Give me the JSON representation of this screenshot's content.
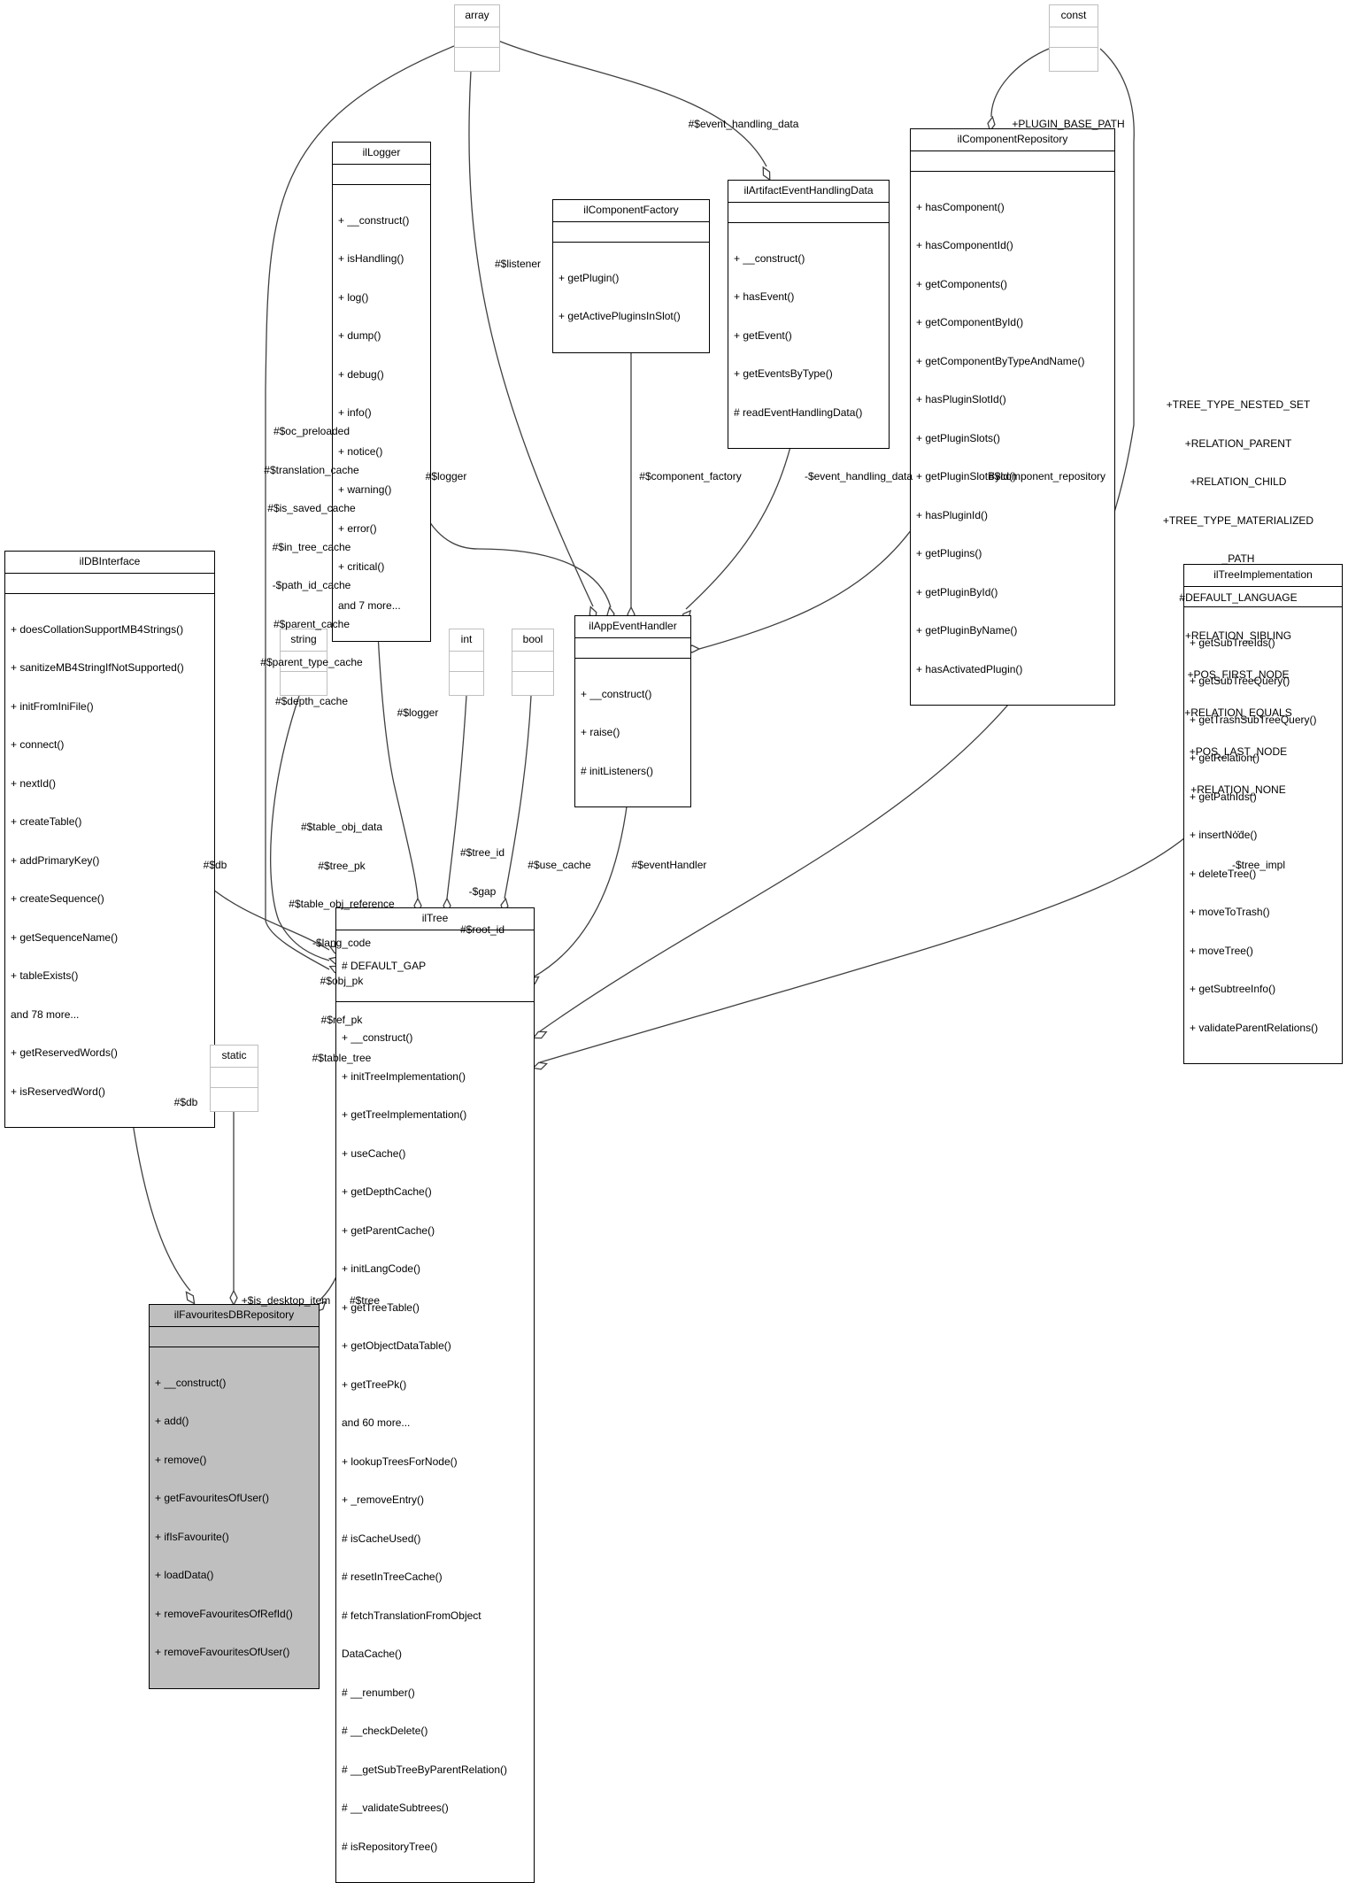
{
  "classes": {
    "array": {
      "name": "array",
      "attributes": [],
      "methods": []
    },
    "const": {
      "name": "const",
      "attributes": [],
      "methods": []
    },
    "ilLogger": {
      "name": "ilLogger",
      "attributes": [],
      "methods": [
        "+ __construct()",
        "+ isHandling()",
        "+ log()",
        "+ dump()",
        "+ debug()",
        "+ info()",
        "+ notice()",
        "+ warning()",
        "+ error()",
        "+ critical()",
        "and 7 more..."
      ]
    },
    "ilComponentFactory": {
      "name": "ilComponentFactory",
      "attributes": [],
      "methods": [
        "+ getPlugin()",
        "+ getActivePluginsInSlot()"
      ]
    },
    "ilArtifactEventHandlingData": {
      "name": "ilArtifactEventHandlingData",
      "attributes": [],
      "methods": [
        "+ __construct()",
        "+ hasEvent()",
        "+ getEvent()",
        "+ getEventsByType()",
        "# readEventHandlingData()"
      ]
    },
    "ilComponentRepository": {
      "name": "ilComponentRepository",
      "attributes": [],
      "methods": [
        "+ hasComponent()",
        "+ hasComponentId()",
        "+ getComponents()",
        "+ getComponentById()",
        "+ getComponentByTypeAndName()",
        "+ hasPluginSlotId()",
        "+ getPluginSlots()",
        "+ getPluginSlotById()",
        "+ hasPluginId()",
        "+ getPlugins()",
        "+ getPluginById()",
        "+ getPluginByName()",
        "+ hasActivatedPlugin()"
      ]
    },
    "ilDBInterface": {
      "name": "ilDBInterface",
      "attributes": [],
      "methods": [
        "+ doesCollationSupportMB4Strings()",
        "+ sanitizeMB4StringIfNotSupported()",
        "+ initFromIniFile()",
        "+ connect()",
        "+ nextId()",
        "+ createTable()",
        "+ addPrimaryKey()",
        "+ createSequence()",
        "+ getSequenceName()",
        "+ tableExists()",
        "and 78 more...",
        "+ getReservedWords()",
        "+ isReservedWord()"
      ]
    },
    "string": {
      "name": "string",
      "attributes": [],
      "methods": []
    },
    "int": {
      "name": "int",
      "attributes": [],
      "methods": []
    },
    "bool": {
      "name": "bool",
      "attributes": [],
      "methods": []
    },
    "ilAppEventHandler": {
      "name": "ilAppEventHandler",
      "attributes": [],
      "methods": [
        "+ __construct()",
        "+ raise()",
        "# initListeners()"
      ]
    },
    "ilTreeImplementation": {
      "name": "ilTreeImplementation",
      "attributes": [],
      "methods": [
        "+ getSubTreeIds()",
        "+ getSubTreeQuery()",
        "+ getTrashSubTreeQuery()",
        "+ getRelation()",
        "+ getPathIds()",
        "+ insertNode()",
        "+ deleteTree()",
        "+ moveToTrash()",
        "+ moveTree()",
        "+ getSubtreeInfo()",
        "+ validateParentRelations()"
      ]
    },
    "ilTree": {
      "name": "ilTree",
      "attributes": [
        "# DEFAULT_GAP"
      ],
      "methods": [
        "+ __construct()",
        "+ initTreeImplementation()",
        "+ getTreeImplementation()",
        "+ useCache()",
        "+ getDepthCache()",
        "+ getParentCache()",
        "+ initLangCode()",
        "+ getTreeTable()",
        "+ getObjectDataTable()",
        "+ getTreePk()",
        "and 60 more...",
        "+ lookupTreesForNode()",
        "+ _removeEntry()",
        "# isCacheUsed()",
        "# resetInTreeCache()",
        "# fetchTranslationFromObject",
        "DataCache()",
        "# __renumber()",
        "# __checkDelete()",
        "# __getSubTreeByParentRelation()",
        "# __validateSubtrees()",
        "# isRepositoryTree()"
      ]
    },
    "static": {
      "name": "static",
      "attributes": [],
      "methods": []
    },
    "ilFavouritesDBRepository": {
      "name": "ilFavouritesDBRepository",
      "attributes": [],
      "methods": [
        "+ __construct()",
        "+ add()",
        "+ remove()",
        "+ getFavouritesOfUser()",
        "+ ifIsFavourite()",
        "+ loadData()",
        "+ removeFavouritesOfRefId()",
        "+ removeFavouritesOfUser()"
      ]
    }
  },
  "edge_labels": {
    "event_handling_data_array": [
      "#$event_handling_data"
    ],
    "plugin_base_path": [
      "+PLUGIN_BASE_PATH"
    ],
    "listener": [
      "#$listener"
    ],
    "array_tree": [
      "#$oc_preloaded",
      "#$translation_cache",
      "#$is_saved_cache",
      "#$in_tree_cache",
      "-$path_id_cache",
      "#$parent_cache",
      "#$parent_type_cache",
      "#$depth_cache"
    ],
    "const_tree": [
      "+TREE_TYPE_NESTED_SET",
      "+RELATION_PARENT",
      "+RELATION_CHILD",
      "+TREE_TYPE_MATERIALIZED",
      "_PATH",
      "#DEFAULT_LANGUAGE",
      "+RELATION_SIBLING",
      "+POS_FIRST_NODE",
      "+RELATION_EQUALS",
      "+POS_LAST_NODE",
      "+RELATION_NONE",
      "..."
    ],
    "logger_handler": [
      "#$logger"
    ],
    "component_factory": [
      "#$component_factory"
    ],
    "event_handling_data_handler": [
      "-$event_handling_data"
    ],
    "component_repository": [
      "#$component_repository"
    ],
    "logger_tree": [
      "#$logger"
    ],
    "string_tree": [
      "#$table_obj_data",
      "#$tree_pk",
      "#$table_obj_reference",
      "-$lang_code",
      "#$obj_pk",
      "#$ref_pk",
      "#$table_tree"
    ],
    "int_tree": [
      "#$tree_id",
      "-$gap",
      "#$root_id"
    ],
    "bool_tree": [
      "#$use_cache"
    ],
    "event_handler": [
      "#$eventHandler"
    ],
    "tree_impl": [
      "-$tree_impl"
    ],
    "db_tree": [
      "#$db"
    ],
    "db_fav": [
      "#$db"
    ],
    "is_desktop_item": [
      "+$is_desktop_item"
    ],
    "tree_fav": [
      "#$tree"
    ]
  }
}
